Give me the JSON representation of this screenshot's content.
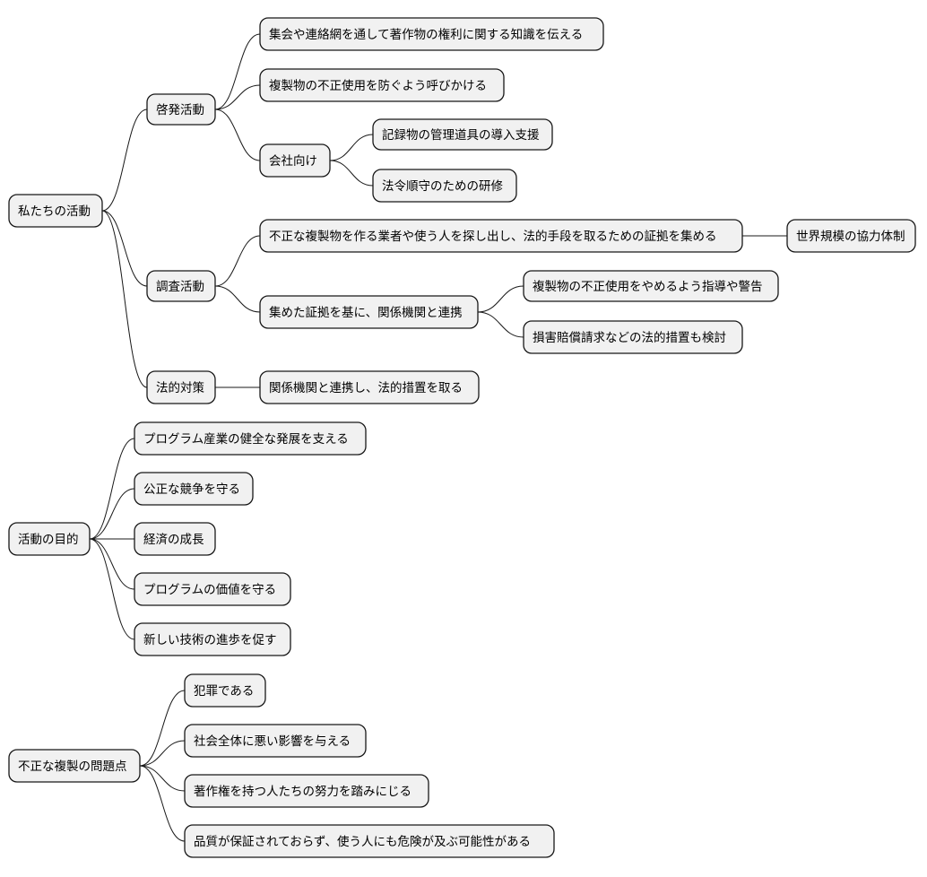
{
  "trees": [
    {
      "label": "私たちの活動",
      "children": [
        {
          "label": "啓発活動",
          "children": [
            {
              "label": "集会や連絡網を通して著作物の権利に関する知識を伝える"
            },
            {
              "label": "複製物の不正使用を防ぐよう呼びかける"
            },
            {
              "label": "会社向け",
              "children": [
                {
                  "label": "記録物の管理道具の導入支援"
                },
                {
                  "label": "法令順守のための研修"
                }
              ]
            }
          ]
        },
        {
          "label": "調査活動",
          "children": [
            {
              "label": "不正な複製物を作る業者や使う人を探し出し、法的手段を取るための証拠を集める",
              "children": [
                {
                  "label": "世界規模の協力体制"
                }
              ]
            },
            {
              "label": "集めた証拠を基に、関係機関と連携",
              "children": [
                {
                  "label": "複製物の不正使用をやめるよう指導や警告"
                },
                {
                  "label": "損害賠償請求などの法的措置も検討"
                }
              ]
            }
          ]
        },
        {
          "label": "法的対策",
          "children": [
            {
              "label": "関係機関と連携し、法的措置を取る"
            }
          ]
        }
      ]
    },
    {
      "label": "活動の目的",
      "children": [
        {
          "label": "プログラム産業の健全な発展を支える"
        },
        {
          "label": "公正な競争を守る"
        },
        {
          "label": "経済の成長"
        },
        {
          "label": "プログラムの価値を守る"
        },
        {
          "label": "新しい技術の進歩を促す"
        }
      ]
    },
    {
      "label": "不正な複製の問題点",
      "children": [
        {
          "label": "犯罪である"
        },
        {
          "label": "社会全体に悪い影響を与える"
        },
        {
          "label": "著作権を持つ人たちの努力を踏みにじる"
        },
        {
          "label": "品質が保証されておらず、使う人にも危険が及ぶ可能性がある"
        }
      ]
    }
  ]
}
